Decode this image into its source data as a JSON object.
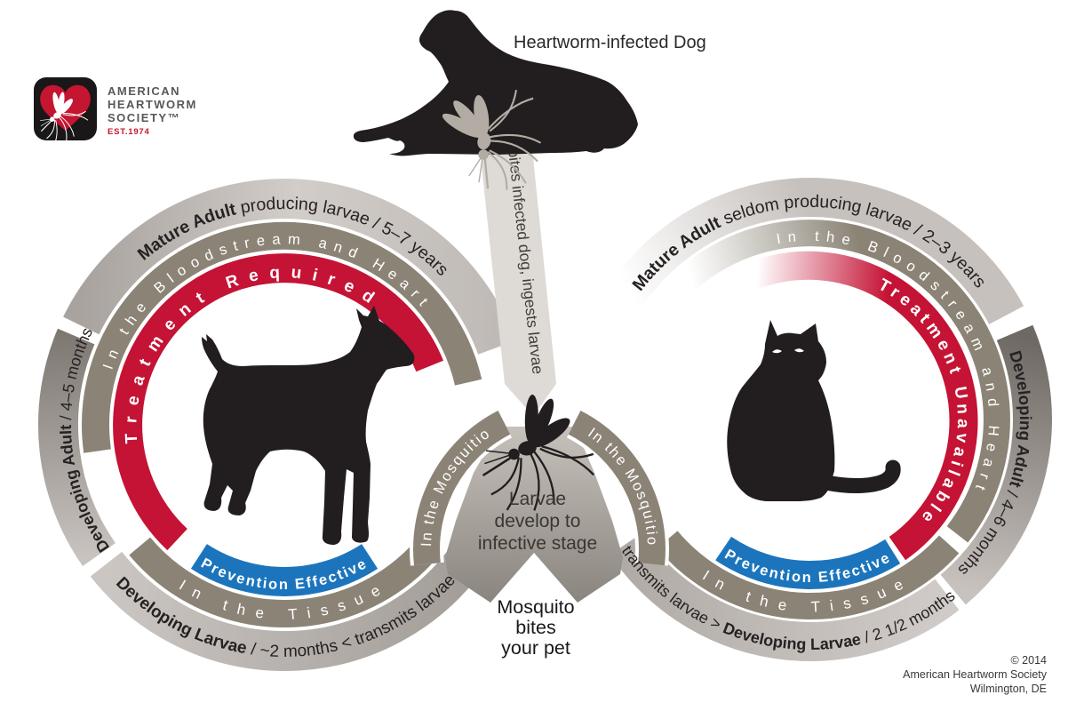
{
  "header": {
    "title": "Heartworm-infected Dog"
  },
  "logo": {
    "l1": "AMERICAN",
    "l2": "HEARTWORM",
    "l3": "SOCIETY™",
    "est": "EST.1974"
  },
  "dog_cycle": {
    "animal": "dog",
    "mature_bold": "Mature Adult",
    "mature_rest": " producing larvae / 5–7 years",
    "bloodstream": "In the Bloodstream and Heart",
    "treatment": "Treatment Required",
    "developing_adult_bold": "Developing Adult",
    "developing_adult_rest": " / 4–5 months",
    "prevention": "Prevention Effective",
    "tissue": "In the Tissue",
    "developing_larvae_bold": "Developing Larvae",
    "developing_larvae_rest": " / ~2 months < transmits larvae"
  },
  "cat_cycle": {
    "animal": "cat",
    "mature_bold": "Mature Adult",
    "mature_rest": " seldom producing larvae / 2–3 years",
    "bloodstream": "In the Bloodstream and Heart",
    "treatment": "Treatment Unavailable",
    "developing_adult_bold": "Developing Adult",
    "developing_adult_rest": " / 4–6 months",
    "prevention": "Prevention Effective",
    "tissue": "In the Tissue",
    "larvae_pre": "transmits larvae > ",
    "developing_larvae_bold": "Developing Larvae",
    "developing_larvae_rest": " / 2 1/2 months"
  },
  "center": {
    "band_vertical": "bites infected dog, ingests larvae",
    "in_mosquito_left": "In the Mosquitio",
    "in_mosquito_right": "In the Mosquitio",
    "larvae_l1": "Larvae",
    "larvae_l2": "develop to",
    "larvae_l3": "infective stage",
    "bite_l1": "Mosquito",
    "bite_l2": "bites",
    "bite_l3": "your pet"
  },
  "footer": {
    "l1": "© 2014",
    "l2": "American Heartworm Society",
    "l3": "Wilmington, DE"
  },
  "colors": {
    "red": "#c41334",
    "blue": "#1c75bc",
    "olive": "#8b8476",
    "silhouette": "#221e1f",
    "ring_gray": "#c6c1bd"
  }
}
